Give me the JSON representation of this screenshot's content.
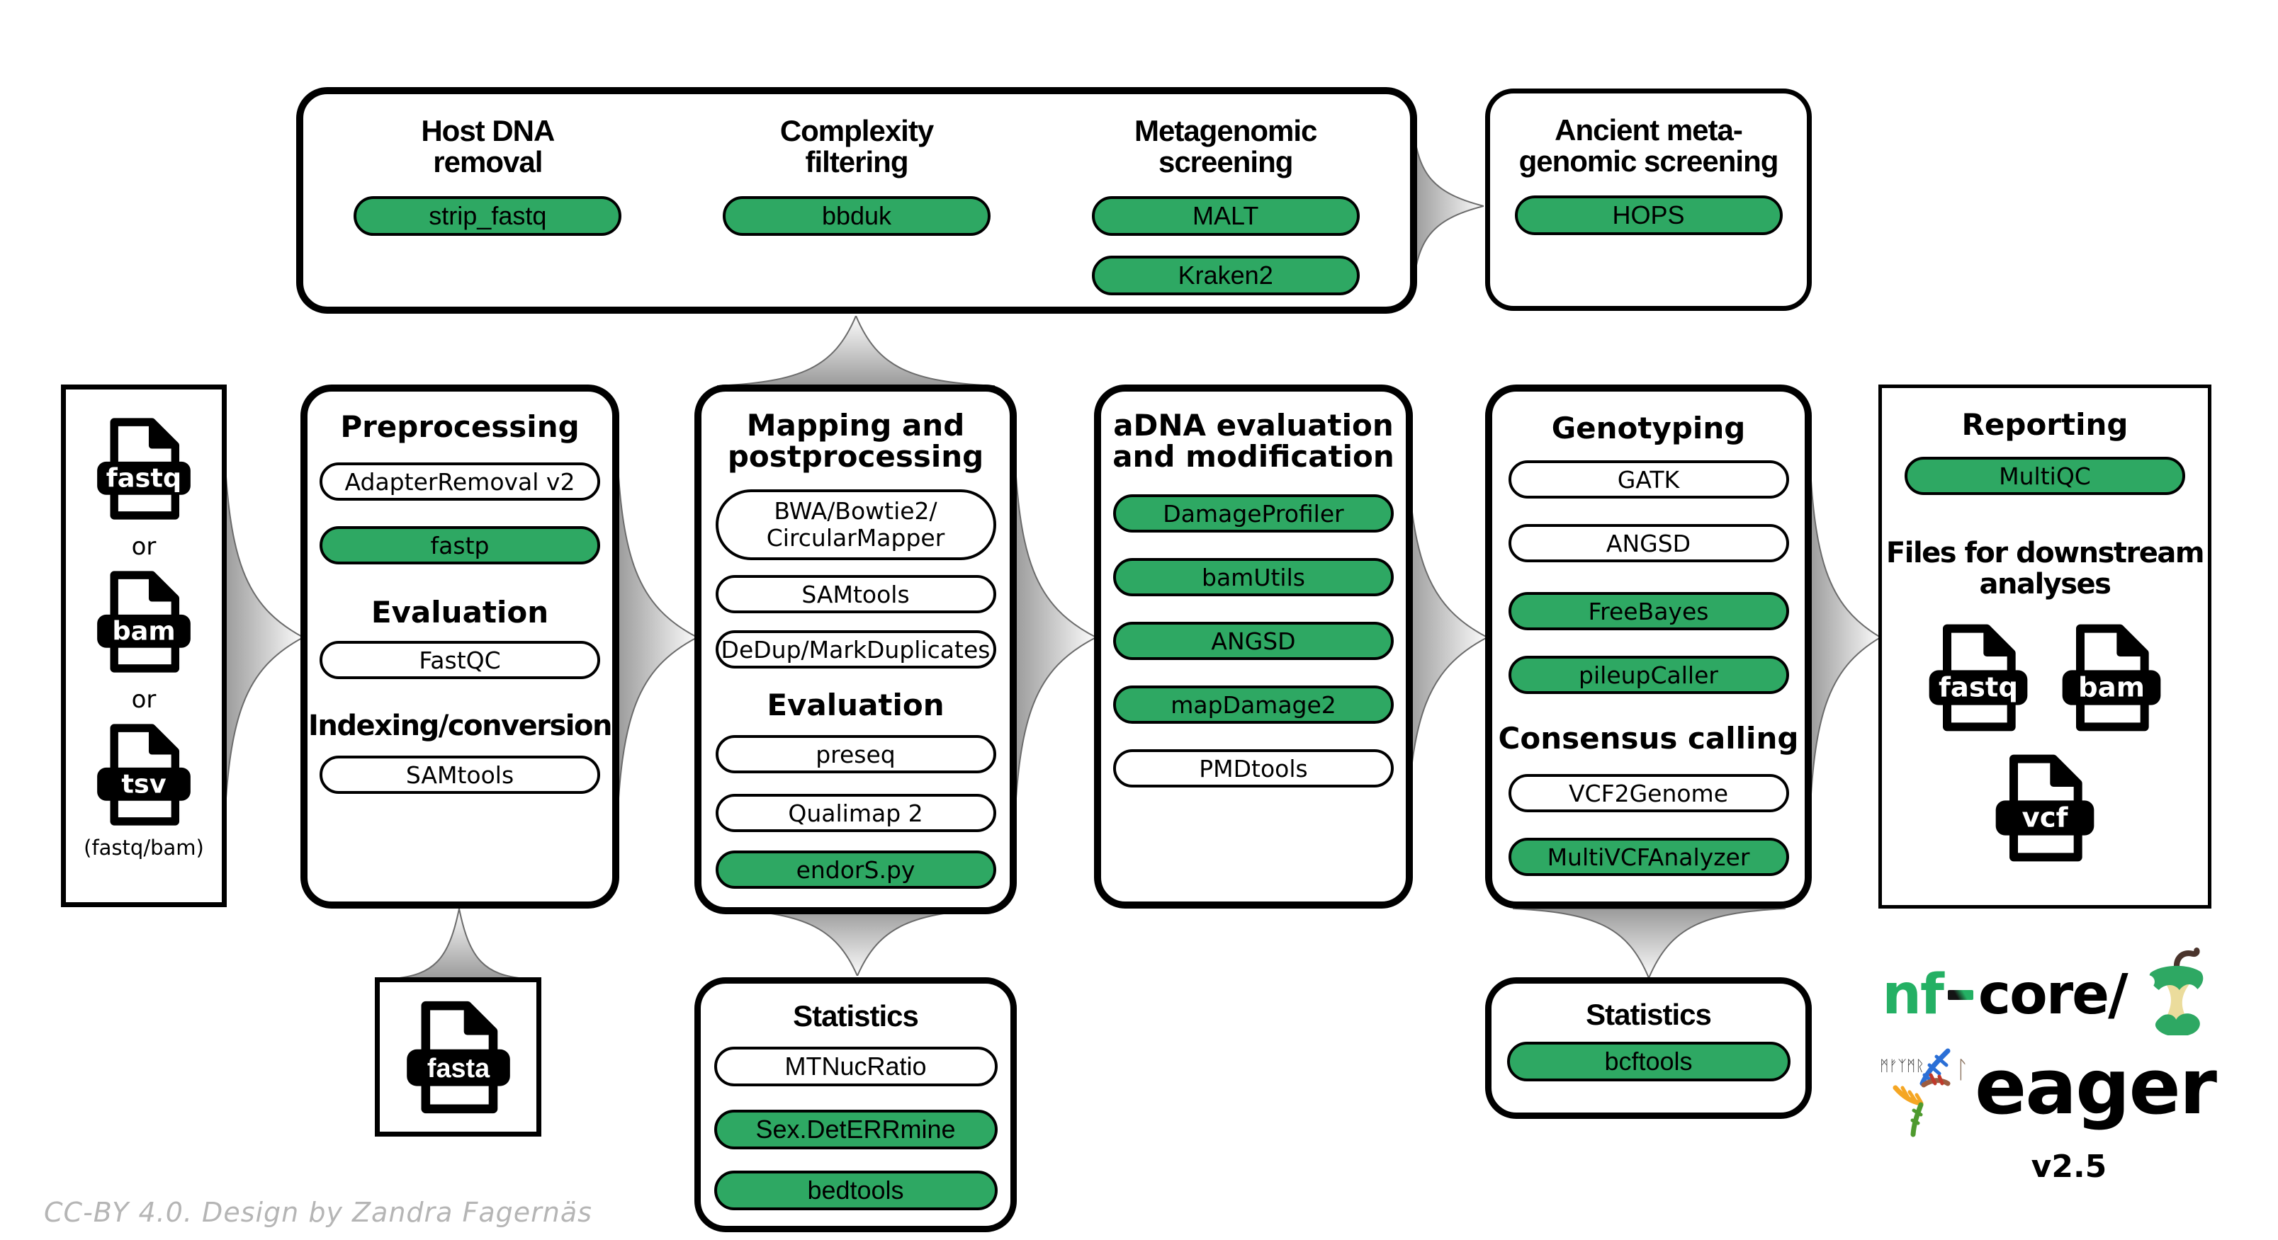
{
  "colors": {
    "pill_green": "#2EA863",
    "logo_green": "#24B064",
    "arrow_gray": "#9a9a9a"
  },
  "top_box": {
    "host": {
      "title1": "Host DNA",
      "title2": "removal",
      "pill": "strip_fastq"
    },
    "complexity": {
      "title1": "Complexity",
      "title2": "filtering",
      "pill": "bbduk"
    },
    "metagenomic": {
      "title1": "Metagenomic",
      "title2": "screening",
      "pill1": "MALT",
      "pill2": "Kraken2"
    }
  },
  "ancient": {
    "title1": "Ancient meta-",
    "title2": "genomic screening",
    "pill": "HOPS"
  },
  "input": {
    "file1": "fastq",
    "or1": "or",
    "file2": "bam",
    "or2": "or",
    "file3": "tsv",
    "caption": "(fastq/bam)"
  },
  "preprocessing": {
    "title": "Preprocessing",
    "pill1": "AdapterRemoval v2",
    "pill2": "fastp",
    "heading1": "Evaluation",
    "pill3": "FastQC",
    "heading2": "Indexing/conversion",
    "pill4": "SAMtools"
  },
  "mapping": {
    "title1": "Mapping and",
    "title2": "postprocessing",
    "pill1a": "BWA/Bowtie2/",
    "pill1b": "CircularMapper",
    "pill2": "SAMtools",
    "pill3": "DeDup/MarkDuplicates",
    "heading": "Evaluation",
    "pill4": "preseq",
    "pill5": "Qualimap 2",
    "pill6": "endorS.py"
  },
  "adna": {
    "title1": "aDNA evaluation",
    "title2": "and modification",
    "pill1": "DamageProfiler",
    "pill2": "bamUtils",
    "pill3": "ANGSD",
    "pill4": "mapDamage2",
    "pill5": "PMDtools"
  },
  "genotyping": {
    "title": "Genotyping",
    "pill1": "GATK",
    "pill2": "ANGSD",
    "pill3": "FreeBayes",
    "pill4": "pileupCaller",
    "heading": "Consensus calling",
    "pill5": "VCF2Genome",
    "pill6": "MultiVCFAnalyzer"
  },
  "reporting": {
    "title": "Reporting",
    "pill1": "MultiQC",
    "heading1": "Files for downstream",
    "heading2": "analyses",
    "file1": "fastq",
    "file2": "bam",
    "file3": "vcf"
  },
  "fasta_box": {
    "file": "fasta"
  },
  "stats_mapping": {
    "title": "Statistics",
    "pill1": "MTNucRatio",
    "pill2": "Sex.DetERRmine",
    "pill3": "bedtools"
  },
  "stats_genotyping": {
    "title": "Statistics",
    "pill1": "bcftools"
  },
  "logo": {
    "nf": "nf",
    "core": "core/",
    "eager": "eager",
    "version": "v2.5",
    "runes": "ᛗᚠᛉᛗᚱ",
    "rune_l": "ᛚ"
  },
  "footer": {
    "credit": "CC-BY 4.0. Design by Zandra Fagernäs"
  }
}
